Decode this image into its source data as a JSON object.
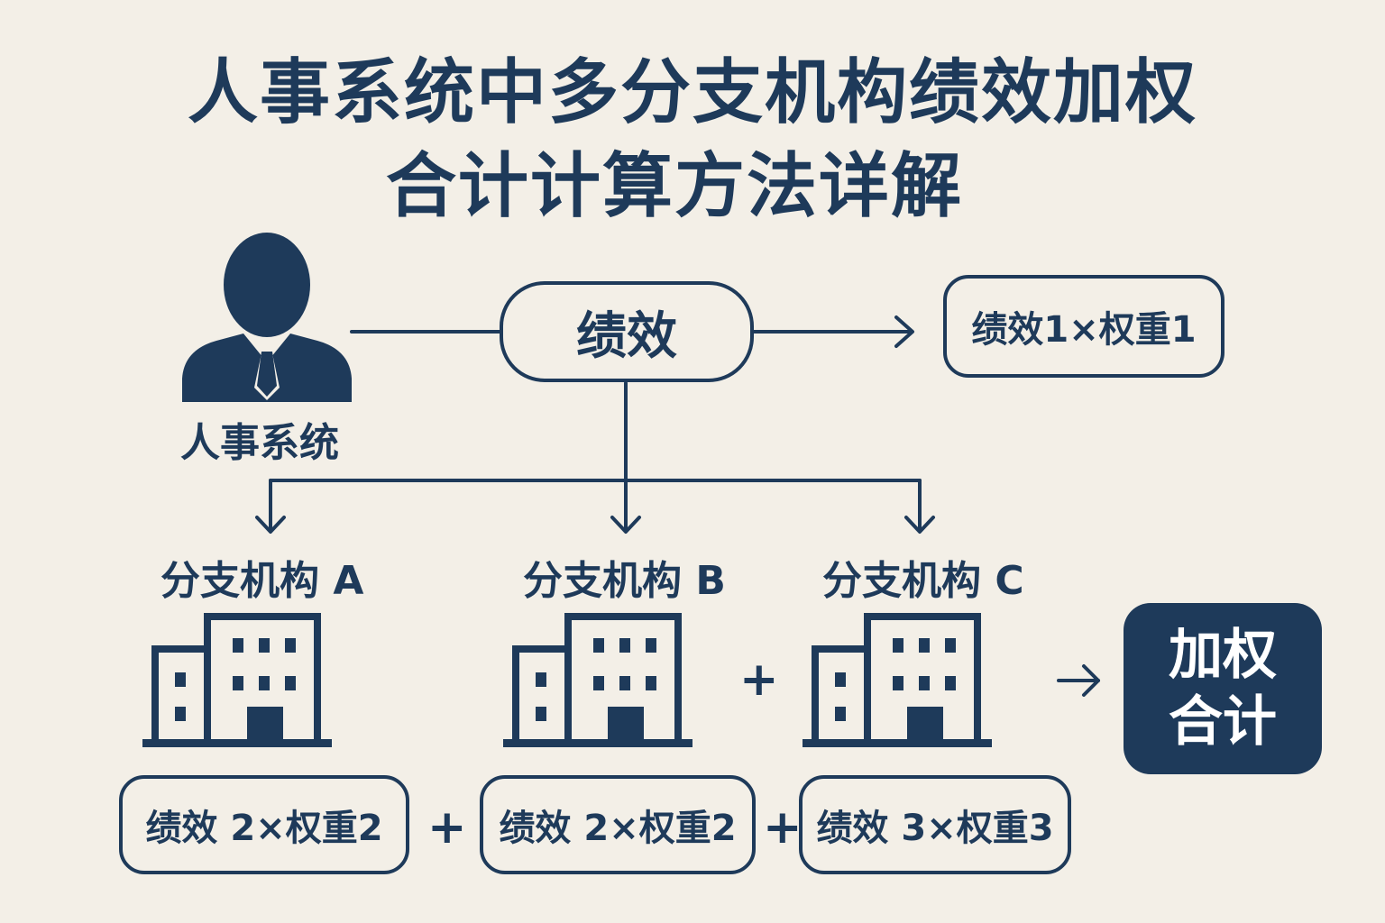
{
  "title": {
    "line1": "人事系统中多分支机构绩效加权",
    "line2": "合计计算方法详解"
  },
  "hr_system": {
    "label": "人事系统",
    "icon": "person-icon"
  },
  "performance_node": {
    "label": "绩效"
  },
  "formula_top": {
    "label": "绩效1×权重1"
  },
  "branches": [
    {
      "name": "分支机构 A",
      "icon": "building-icon",
      "formula": "绩效 2×权重2"
    },
    {
      "name": "分支机构 B",
      "icon": "building-icon",
      "formula": "绩效 2×权重2"
    },
    {
      "name": "分支机构 C",
      "icon": "building-icon",
      "formula": "绩效 3×权重3"
    }
  ],
  "operators": {
    "plus": "+",
    "arrow": "→"
  },
  "result": {
    "line1": "加权",
    "line2": "合计"
  },
  "colors": {
    "primary": "#1e3a5a",
    "background": "#f3efe7",
    "result_text": "#ffffff"
  }
}
